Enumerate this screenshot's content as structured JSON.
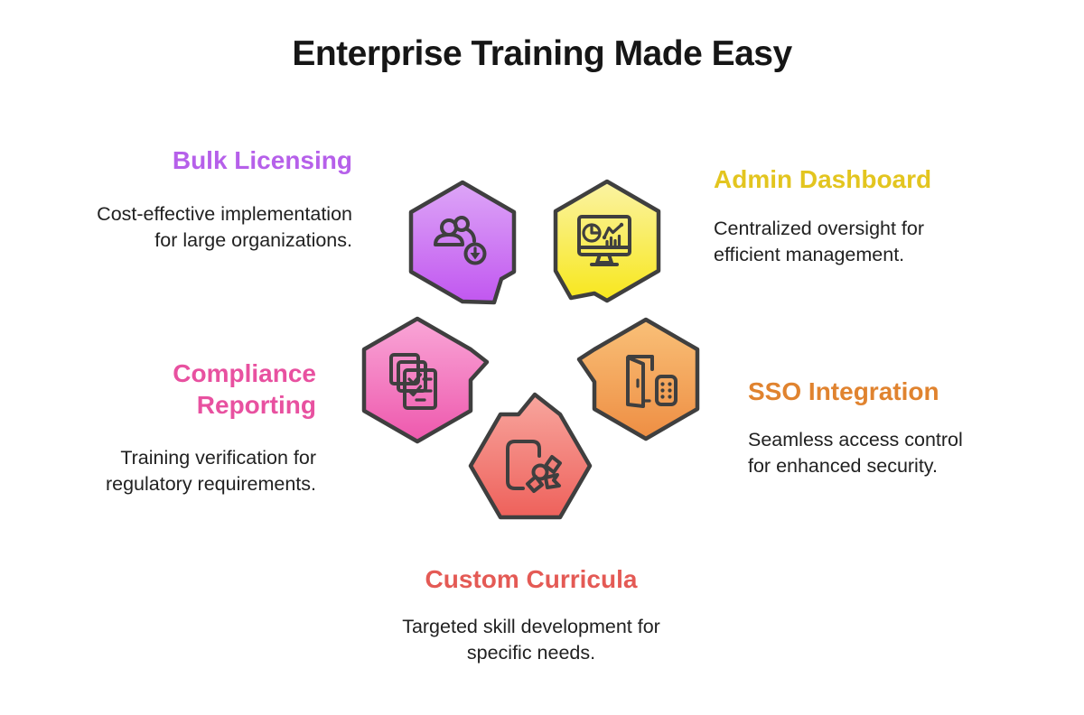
{
  "page": {
    "title": "Enterprise Training Made Easy",
    "background": "#ffffff"
  },
  "colors": {
    "stroke": "#3f3f3f",
    "text": "#212121",
    "title": "#161616"
  },
  "items": [
    {
      "id": "bulk-licensing",
      "label": "Bulk Licensing",
      "description": "Cost-effective implementation for large organizations.",
      "icon": "users-download-icon",
      "accent": "#b660ea",
      "gradient_top": "#dda6f7",
      "gradient_bottom": "#c156f0"
    },
    {
      "id": "admin-dashboard",
      "label": "Admin Dashboard",
      "description": "Centralized oversight for efficient management.",
      "icon": "dashboard-monitor-icon",
      "accent": "#e3c51f",
      "gradient_top": "#faf3a4",
      "gradient_bottom": "#f8e71c"
    },
    {
      "id": "compliance-reporting",
      "label": "Compliance Reporting",
      "description": "Training verification for regulatory requirements.",
      "icon": "checklist-documents-icon",
      "accent": "#e851a0",
      "gradient_top": "#f9a6d7",
      "gradient_bottom": "#ee58ad"
    },
    {
      "id": "sso-integration",
      "label": "SSO Integration",
      "description": "Seamless access control for enhanced security.",
      "icon": "door-keypad-icon",
      "accent": "#e0832f",
      "gradient_top": "#f9c078",
      "gradient_bottom": "#ee8e43"
    },
    {
      "id": "custom-curricula",
      "label": "Custom Curricula",
      "description": "Targeted skill development for specific needs.",
      "icon": "certificate-ribbon-icon",
      "accent": "#e45a55",
      "gradient_top": "#f8a79f",
      "gradient_bottom": "#ee615b"
    }
  ]
}
